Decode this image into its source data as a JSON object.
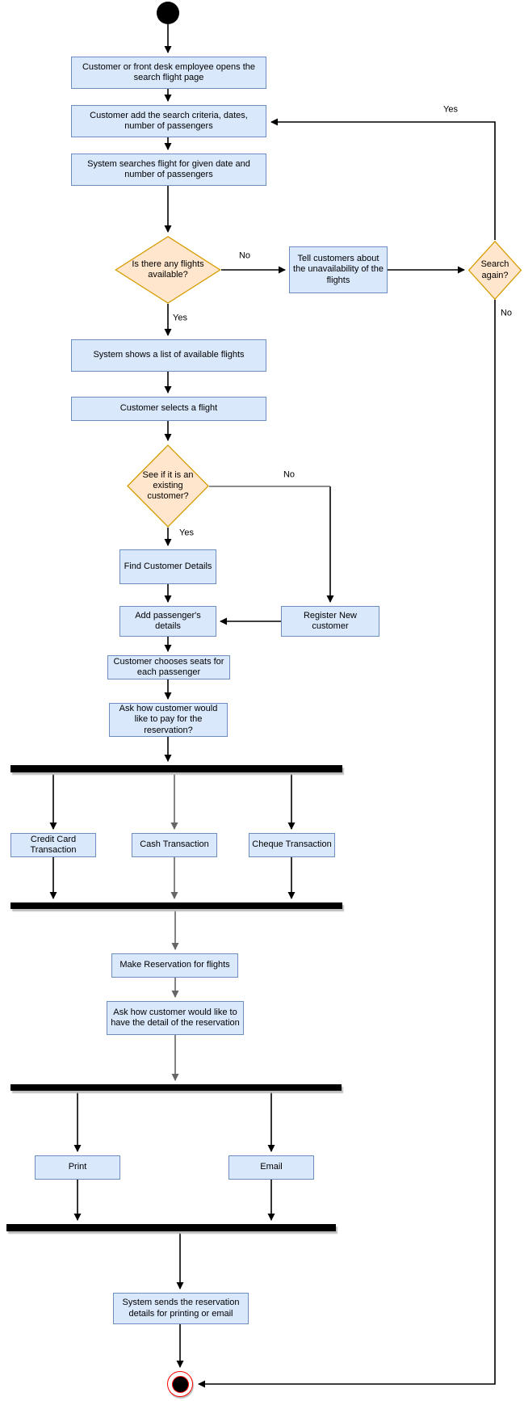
{
  "diagram_type": "uml-activity-flowchart",
  "colors": {
    "process_fill": "#dae8fc",
    "process_stroke": "#6c8ebf",
    "decision_fill": "#ffe6cc",
    "decision_stroke": "#d79b00",
    "sync_bar": "#000000",
    "edge_black": "#000000",
    "edge_gray": "#666666",
    "end_node_ring": "#ff0000",
    "end_node_core": "#000000"
  },
  "nodes": {
    "open_search": {
      "label": "Customer or front desk employee opens the search flight page"
    },
    "add_criteria": {
      "label": "Customer add the search criteria, dates, number of passengers"
    },
    "system_searches": {
      "label": "System searches flight for given date and number of passengers"
    },
    "flights_available": {
      "label": "Is there any flights available?"
    },
    "tell_unavailability": {
      "label": "Tell customers about the unavailability of the flights"
    },
    "search_again": {
      "label": "Search again?"
    },
    "show_list": {
      "label": "System  shows a list of available flights"
    },
    "select_flight": {
      "label": "Customer selects a flight"
    },
    "existing_customer": {
      "label": "See if it is an existing customer?"
    },
    "find_details": {
      "label": "Find Customer Details"
    },
    "register_new": {
      "label": "Register New customer"
    },
    "add_passenger": {
      "label": "Add passenger's details"
    },
    "choose_seats": {
      "label": "Customer chooses seats for each passenger"
    },
    "ask_payment": {
      "label": "Ask how customer would like to pay for the reservation?"
    },
    "credit_card": {
      "label": "Credit Card Transaction"
    },
    "cash": {
      "label": "Cash Transaction"
    },
    "cheque": {
      "label": "Cheque Transaction"
    },
    "make_reservation": {
      "label": "Make Reservation for flights"
    },
    "ask_detail": {
      "label": "Ask how customer would like to have the detail of the reservation"
    },
    "print": {
      "label": "Print"
    },
    "email": {
      "label": "Email"
    },
    "send_details": {
      "label": "System sends the reservation details for printing or email"
    }
  },
  "edge_labels": {
    "available_no": "No",
    "available_yes": "Yes",
    "search_again_yes": "Yes",
    "search_again_no": "No",
    "existing_no": "No",
    "existing_yes": "Yes"
  }
}
